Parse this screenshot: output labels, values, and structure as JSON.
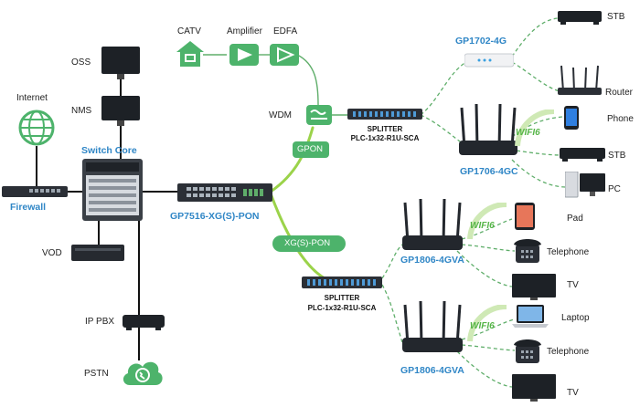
{
  "diagram": {
    "left": {
      "oss": "OSS",
      "nms": "NMS",
      "internet": "Internet",
      "switch_core": "Switch  Core",
      "firewall": "Firewall",
      "vod": "VOD",
      "ip_pbx": "IP PBX",
      "pstn": "PSTN"
    },
    "top": {
      "catv": "CATV",
      "amplifier": "Amplifier",
      "edfa": "EDFA",
      "wdm": "WDM",
      "gpon": "GPON",
      "xgs_pon": "XG(S)-PON"
    },
    "olt": "GP7516-XG(S)-PON",
    "splitter_top": {
      "line1": "SPLITTER",
      "line2": "PLC-1x32-R1U-SCA"
    },
    "splitter_bottom": {
      "line1": "SPLITTER",
      "line2": "PLC-1x32-R1U-SCA"
    },
    "onts": {
      "gp1702": "GP1702-4G",
      "gp1706": "GP1706-4GC",
      "gp1806_a": "GP1806-4GVA",
      "gp1806_b": "GP1806-4GVA"
    },
    "wifi": {
      "a": "WIFI6",
      "b": "WIFI6",
      "c": "WIFI6"
    },
    "endpoints": {
      "stb1": "STB",
      "router": "Router",
      "phone": "Phone",
      "stb2": "STB",
      "pc": "PC",
      "pad": "Pad",
      "telephone1": "Telephone",
      "tv1": "TV",
      "laptop": "Laptop",
      "telephone2": "Telephone",
      "tv2": "TV"
    },
    "colors": {
      "green_fiber": "#9bd34a",
      "dashed_green": "#5fae6a",
      "label_blue": "#2f86c6",
      "icon_green": "#4db36b",
      "device_dark": "#2b2f36"
    }
  }
}
